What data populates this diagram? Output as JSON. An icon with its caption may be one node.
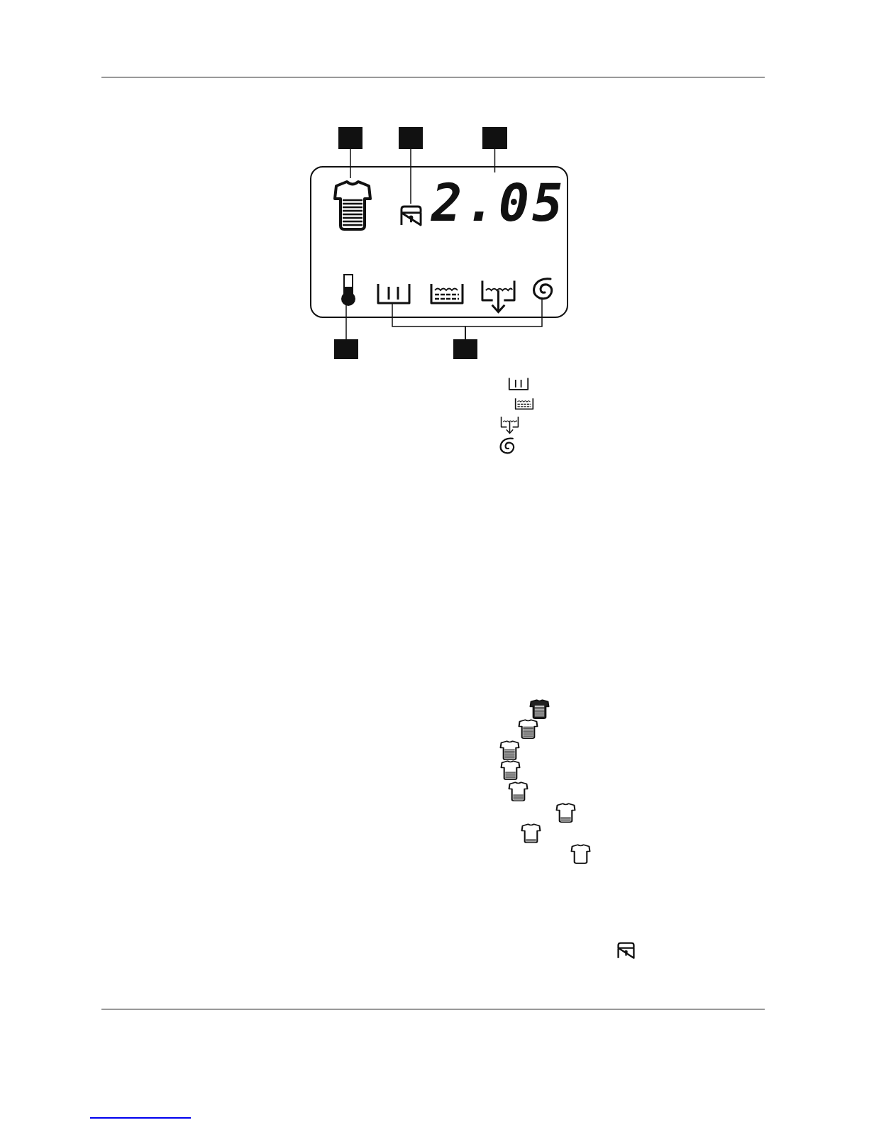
{
  "diagram": {
    "nodes": [
      {
        "text": [],
        "shape": "box"
      },
      {
        "text": [],
        "shape": "box"
      },
      {
        "text": [],
        "shape": "box"
      },
      {
        "text": [],
        "shape": "box"
      },
      {
        "text": [],
        "shape": "picture",
        "in": 0
      },
      {
        "text": [],
        "shape": "picture",
        "in": 0
      },
      {
        "text": [
          "2.05"
        ],
        "in": 0
      },
      {
        "text": [],
        "shape": "box"
      },
      {
        "text": [],
        "shape": "box"
      },
      {
        "text": [],
        "shape": "picture",
        "in": 0
      },
      {
        "text": [],
        "shape": "picture",
        "in": 0
      },
      {
        "text": [],
        "shape": "picture",
        "in": 0
      },
      {
        "text": [],
        "shape": "picture",
        "in": 0
      },
      {
        "text": [],
        "shape": "picture",
        "in": 0
      }
    ],
    "edges": [
      {
        "from": 1,
        "to": 4,
        "arrow": "none"
      },
      {
        "from": 2,
        "to": 5,
        "arrow": "none"
      },
      {
        "from": 3,
        "to": 6,
        "arrow": "none"
      },
      {
        "from": 7,
        "to": 9,
        "arrow": "none"
      },
      {
        "from": 8,
        "to": 10,
        "arrow": "none"
      },
      {
        "from": 8,
        "to": 13,
        "arrow": "none"
      }
    ]
  }
}
